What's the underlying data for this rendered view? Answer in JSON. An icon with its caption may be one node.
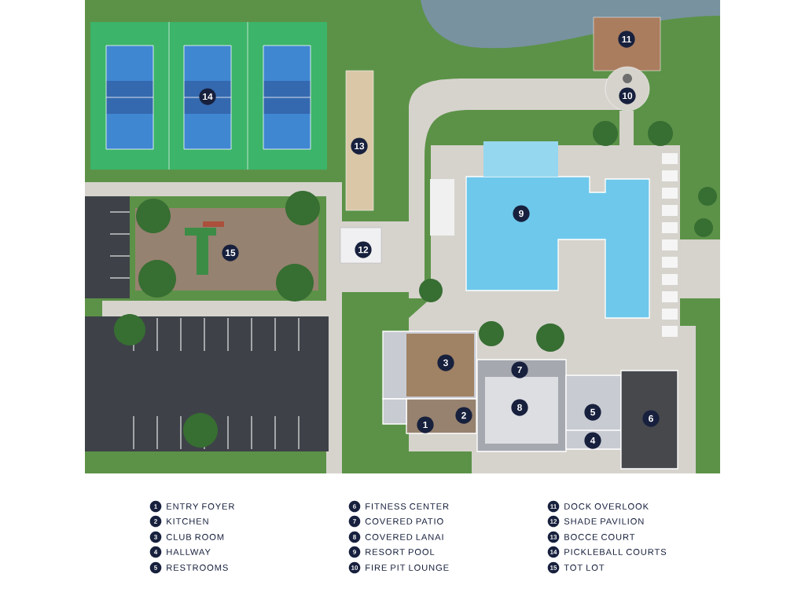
{
  "diagram": {
    "nodes": [
      {
        "text": [
          "1"
        ]
      },
      {
        "text": [
          "2"
        ]
      },
      {
        "text": [
          "3"
        ]
      },
      {
        "text": [
          "4"
        ]
      },
      {
        "text": [
          "5"
        ]
      },
      {
        "text": [
          "6"
        ]
      },
      {
        "text": [
          "7"
        ]
      },
      {
        "text": [
          "8"
        ]
      },
      {
        "text": [
          "9"
        ]
      },
      {
        "text": [
          "10"
        ]
      },
      {
        "text": [
          "11"
        ]
      },
      {
        "text": [
          "12"
        ]
      },
      {
        "text": [
          "13"
        ]
      },
      {
        "text": [
          "14"
        ]
      },
      {
        "text": [
          "15"
        ]
      }
    ],
    "labels": [
      "1",
      "ENTRY FOYER",
      "2",
      "KITCHEN",
      "3",
      "CLUB ROOM",
      "4",
      "HALLWAY",
      "5",
      "RESTROOMS",
      "6",
      "FITNESS CENTER",
      "7",
      "COVERED PATIO",
      "8",
      "COVERED LANAI",
      "9",
      "RESORT POOL",
      "10",
      "FIRE PIT LOUNGE",
      "11",
      "DOCK OVERLOOK",
      "12",
      "SHADE PAVILION",
      "13",
      "BOCCE COURT",
      "14",
      "PICKLEBALL COURTS",
      "15",
      "TOT LOT"
    ]
  }
}
